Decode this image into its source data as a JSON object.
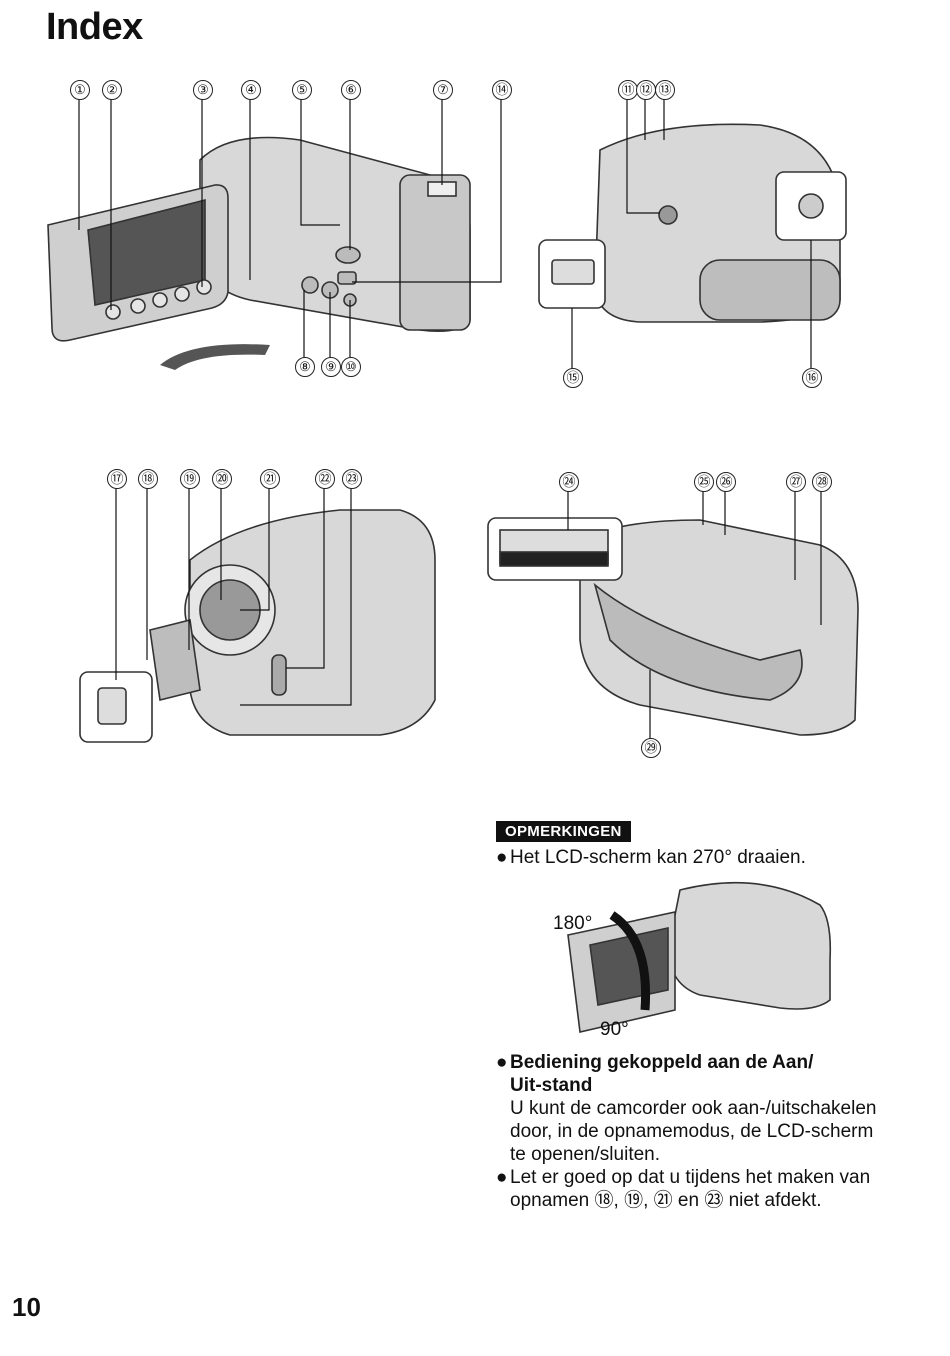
{
  "header": {
    "title": "Index"
  },
  "callouts": {
    "fig1": [
      "①",
      "②",
      "③",
      "④",
      "⑤",
      "⑥",
      "⑦",
      "⑭",
      "⑧",
      "⑨",
      "⑩"
    ],
    "fig2": [
      "⑪",
      "⑫",
      "⑬",
      "⑮",
      "⑯"
    ],
    "fig3": [
      "⑰",
      "⑱",
      "⑲",
      "⑳",
      "㉑",
      "㉒",
      "㉓"
    ],
    "fig4": [
      "㉔",
      "㉕",
      "㉖",
      "㉗",
      "㉘",
      "㉙"
    ]
  },
  "notes": {
    "tag": "OPMERKINGEN",
    "bullet": "●",
    "item1": "Het LCD-scherm kan 270° draaien.",
    "deg180": "180°",
    "deg90": "90°",
    "item2_title_l1": "Bediening gekoppeld aan de Aan/",
    "item2_title_l2": "Uit-stand",
    "item2_body_l1": "U kunt de camcorder ook aan-/uitschakelen",
    "item2_body_l2": "door, in de opnamemodus, de LCD-scherm",
    "item2_body_l3": "te openen/sluiten.",
    "item3_l1": "Let er goed op dat u tijdens het maken van",
    "item3_l2": "opnamen ⑱, ⑲, ㉑ en ㉓ niet afdekt."
  },
  "footer": {
    "page_number": "10"
  }
}
